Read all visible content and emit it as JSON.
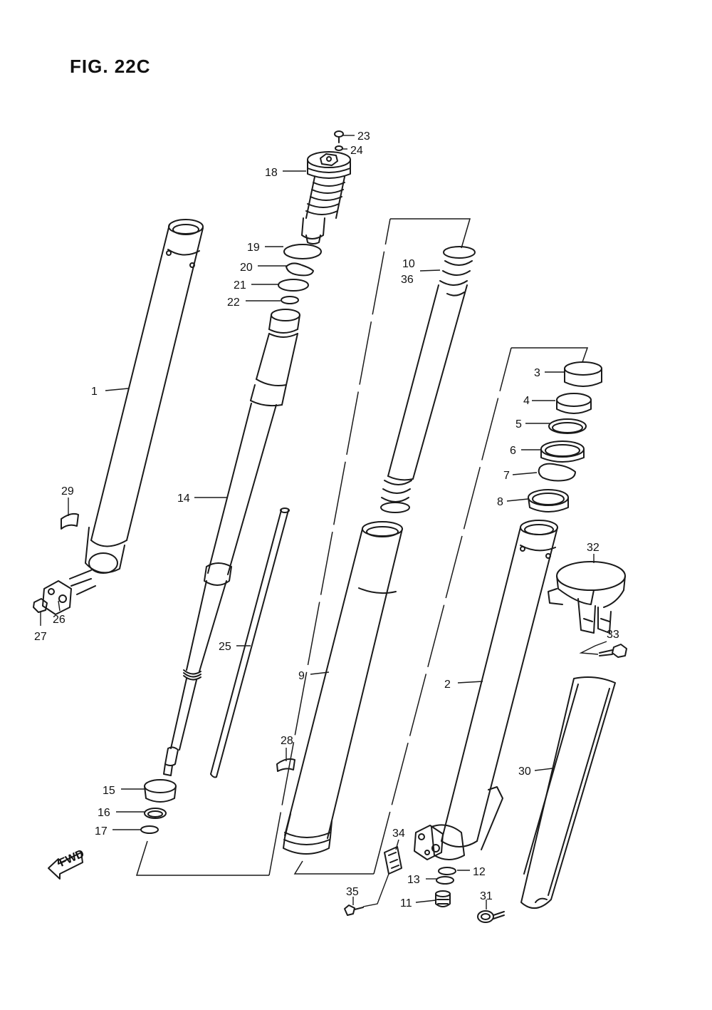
{
  "title": "FIG. 22C",
  "fwd_label": "FWD",
  "parts": [
    {
      "no": "1"
    },
    {
      "no": "2"
    },
    {
      "no": "3"
    },
    {
      "no": "4"
    },
    {
      "no": "5"
    },
    {
      "no": "6"
    },
    {
      "no": "7"
    },
    {
      "no": "8"
    },
    {
      "no": "9"
    },
    {
      "no": "10"
    },
    {
      "no": "36"
    },
    {
      "no": "11"
    },
    {
      "no": "12"
    },
    {
      "no": "13"
    },
    {
      "no": "14"
    },
    {
      "no": "15"
    },
    {
      "no": "16"
    },
    {
      "no": "17"
    },
    {
      "no": "18"
    },
    {
      "no": "19"
    },
    {
      "no": "20"
    },
    {
      "no": "21"
    },
    {
      "no": "22"
    },
    {
      "no": "23"
    },
    {
      "no": "24"
    },
    {
      "no": "25"
    },
    {
      "no": "26"
    },
    {
      "no": "27"
    },
    {
      "no": "28"
    },
    {
      "no": "29"
    },
    {
      "no": "30"
    },
    {
      "no": "31"
    },
    {
      "no": "32"
    },
    {
      "no": "33"
    },
    {
      "no": "34"
    },
    {
      "no": "35"
    }
  ]
}
